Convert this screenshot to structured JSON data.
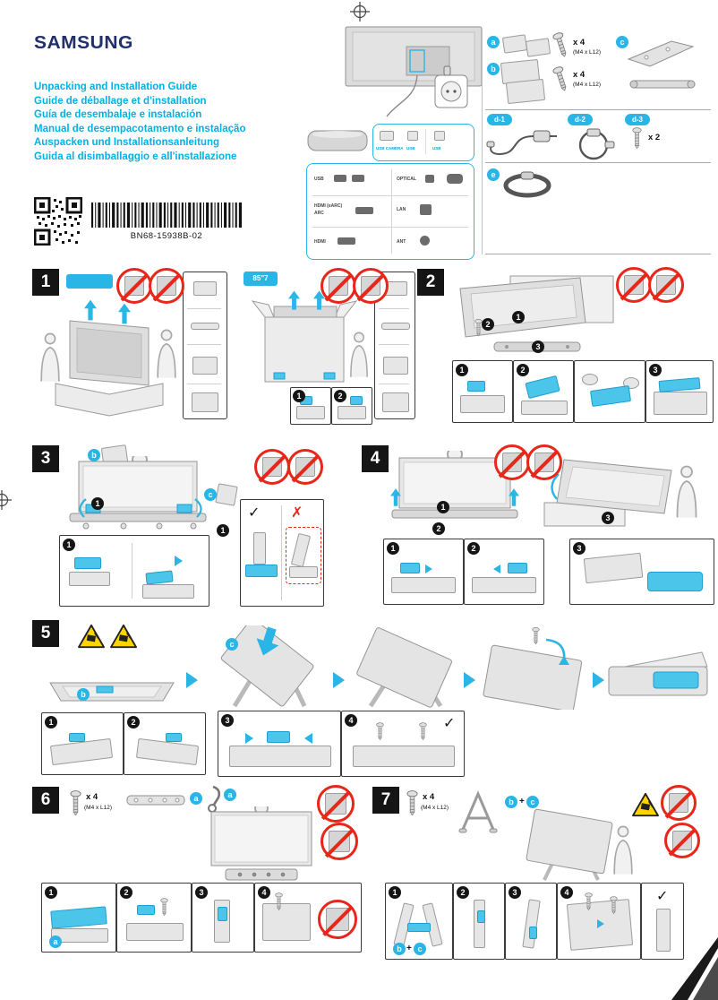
{
  "page": {
    "brand": "SAMSUNG",
    "doc_code": "BN68-15938B-02"
  },
  "titles": [
    "Unpacking and Installation Guide",
    "Guide de déballage et d'installation",
    "Guía de desembalaje e instalación",
    "Manual de desempacotamento e instalação",
    "Auspacken und Installationsanleitung",
    "Guida al disimballaggio e all'installazione"
  ],
  "accessories": {
    "a": {
      "label": "a",
      "qty": "x 4",
      "spec": "(M4 x L12)"
    },
    "b": {
      "label": "b",
      "qty": "x 4",
      "spec": "(M4 x L12)"
    },
    "c": {
      "label": "c"
    },
    "d1": {
      "label": "d-1"
    },
    "d2": {
      "label": "d-2"
    },
    "d3": {
      "label": "d-3",
      "qty": "x 2"
    },
    "e": {
      "label": "e"
    }
  },
  "ports": {
    "usb_camera": "USB CAMERA",
    "usb": "USB",
    "usb_in": "USB",
    "usb_power": "USB",
    "optical": "OPTICAL",
    "hdmi_earc": "HDMI (eARC)",
    "arc": "ARC",
    "lan": "LAN",
    "hdmi": "HDMI",
    "ant": "ANT"
  },
  "steps": {
    "s1": {
      "num": "1",
      "size_badge": "85\"7"
    },
    "s2": {
      "num": "2"
    },
    "s3": {
      "num": "3"
    },
    "s4": {
      "num": "4"
    },
    "s5": {
      "num": "5"
    },
    "s6": {
      "num": "6",
      "qty": "x 4",
      "spec": "(M4 x L12)"
    },
    "s7": {
      "num": "7",
      "qty": "x 4",
      "spec": "(M4 x L12)"
    }
  },
  "glyphs": {
    "n1": "1",
    "n2": "2",
    "n3": "3",
    "n4": "4",
    "a": "a",
    "b": "b",
    "c": "c",
    "plus": "+",
    "check": "✓",
    "cross": "✗"
  }
}
